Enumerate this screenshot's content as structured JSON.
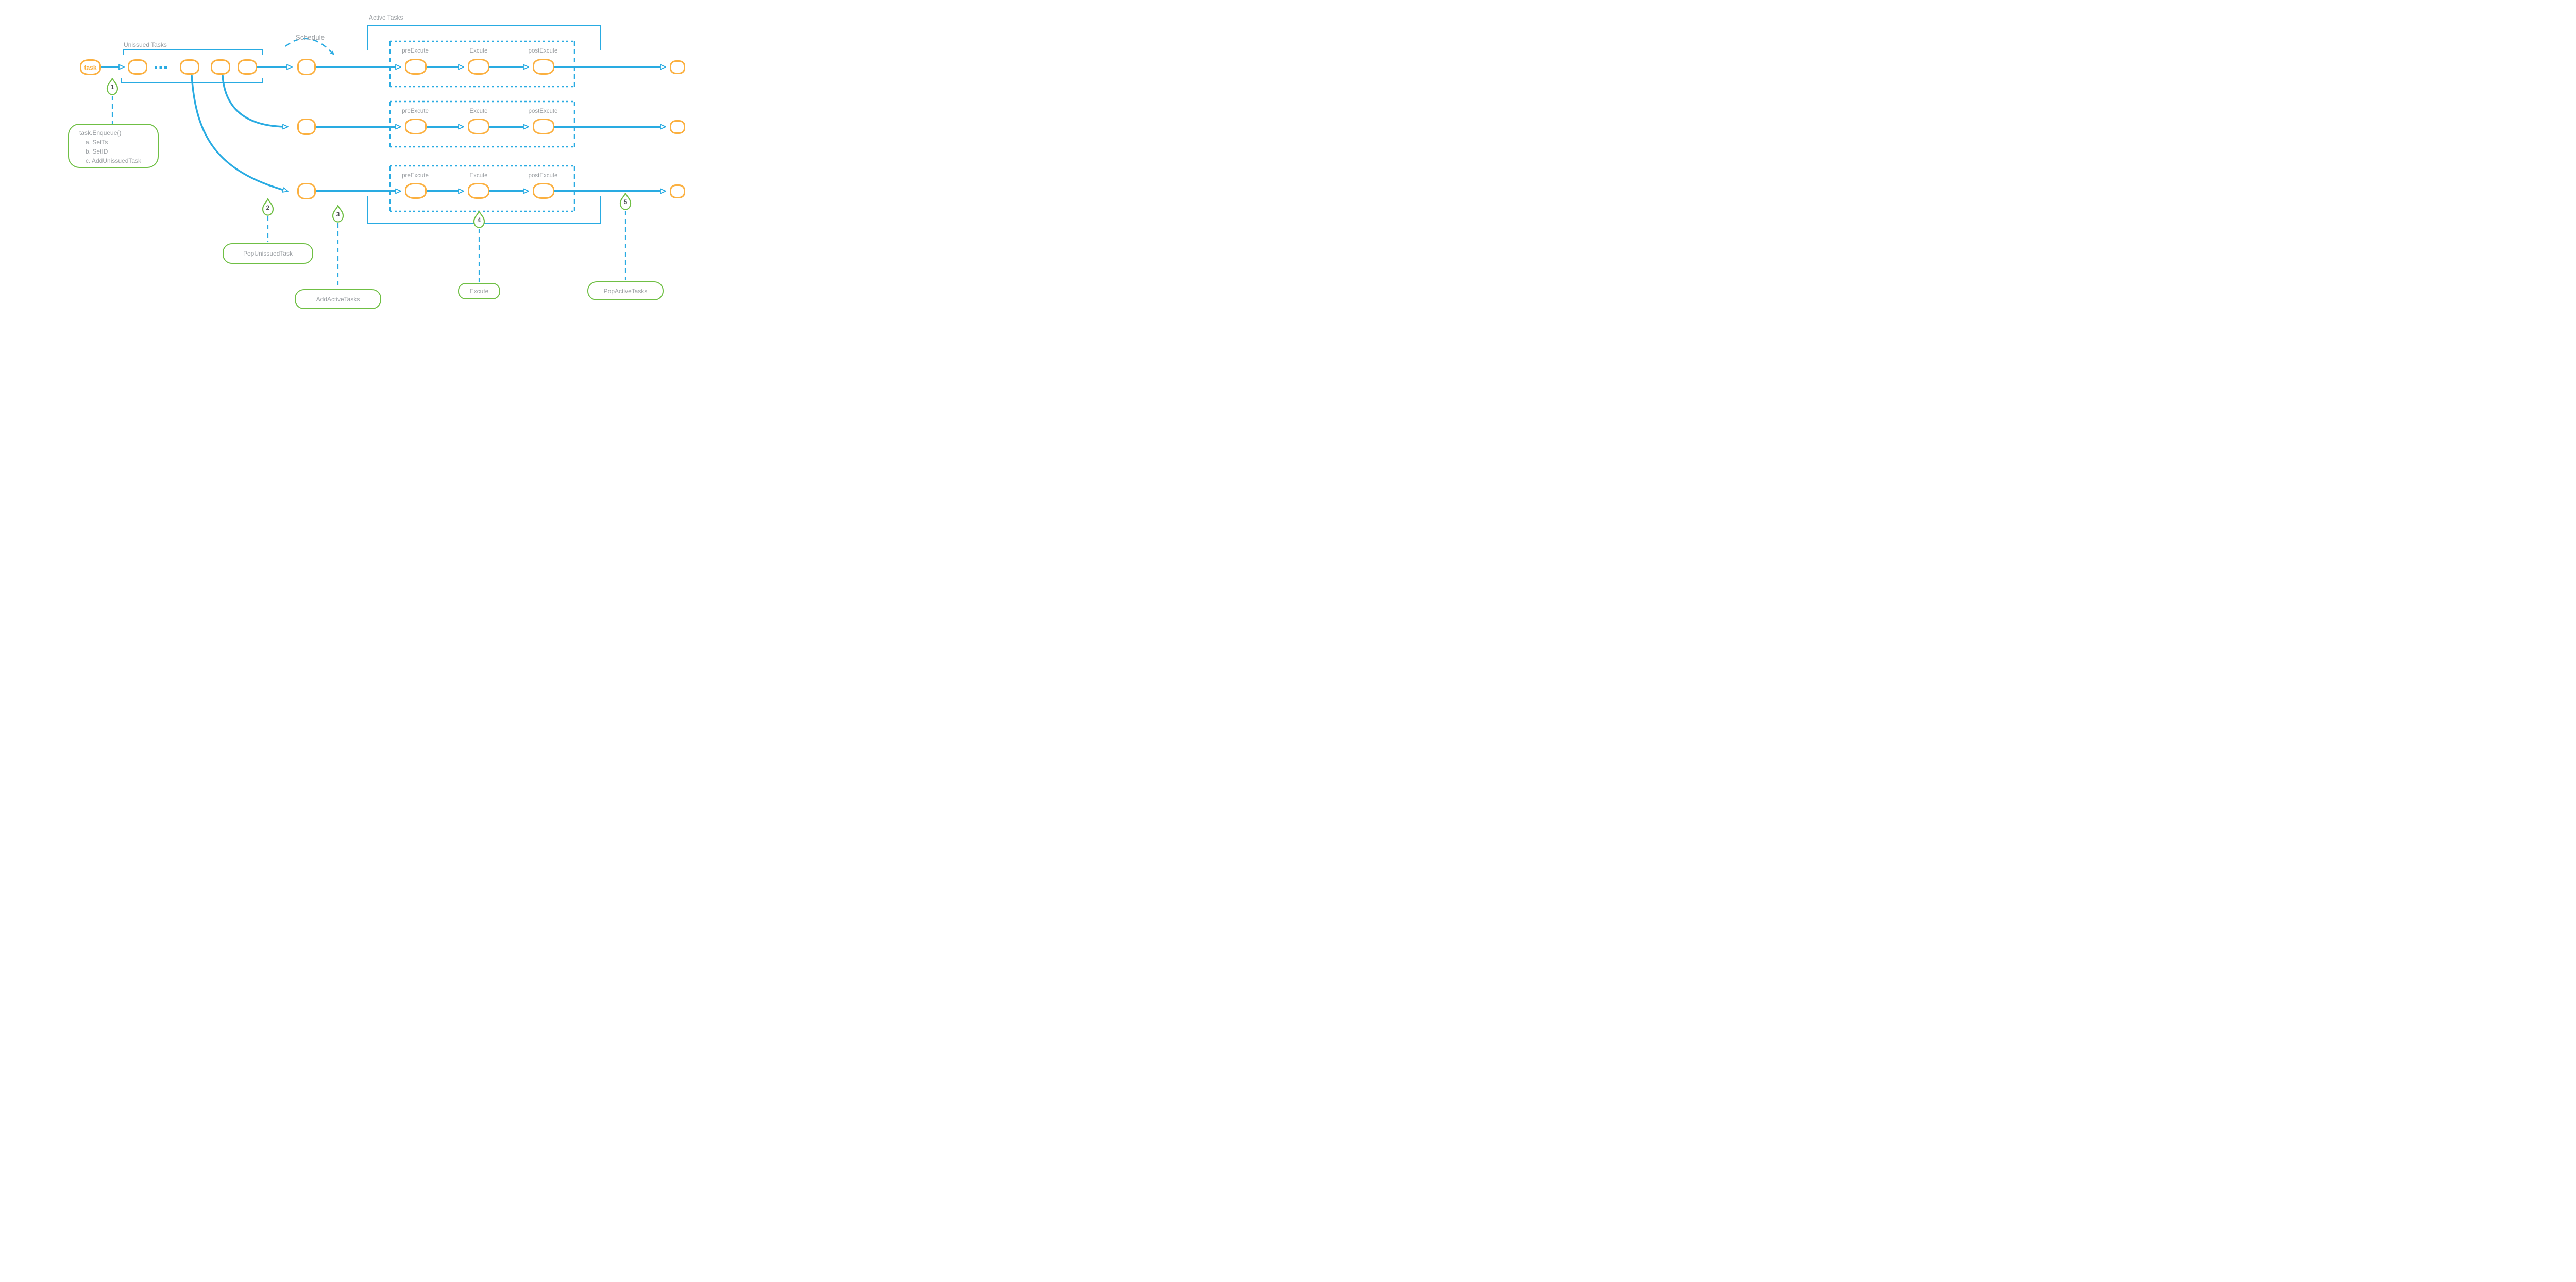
{
  "labels": {
    "unissued_tasks": "Unissued Tasks",
    "schedule": "Schedule",
    "active_tasks": "Active Tasks"
  },
  "task_node": {
    "label": "task"
  },
  "rows": [
    {
      "pre": "preExcute",
      "exec": "Excute",
      "post": "postExcute"
    },
    {
      "pre": "preExcute",
      "exec": "Excute",
      "post": "postExcute"
    },
    {
      "pre": "preExcute",
      "exec": "Excute",
      "post": "postExcute"
    }
  ],
  "markers": [
    {
      "number": "1",
      "note_lines": [
        "task.Enqueue()",
        "a. SetTs",
        "b. SetID",
        "c. AddUnissuedTask"
      ]
    },
    {
      "number": "2",
      "note": "PopUnissuedTask"
    },
    {
      "number": "3",
      "note": "AddActiveTasks"
    },
    {
      "number": "4",
      "note": "Excute"
    },
    {
      "number": "5",
      "note": "PopActiveTasks"
    }
  ],
  "colors": {
    "line_blue": "#29ABE2",
    "node_orange": "#FBB040",
    "marker_green": "#6FBF44",
    "label_gray": "#9CA0A4",
    "number_gray": "#4D4F53"
  }
}
